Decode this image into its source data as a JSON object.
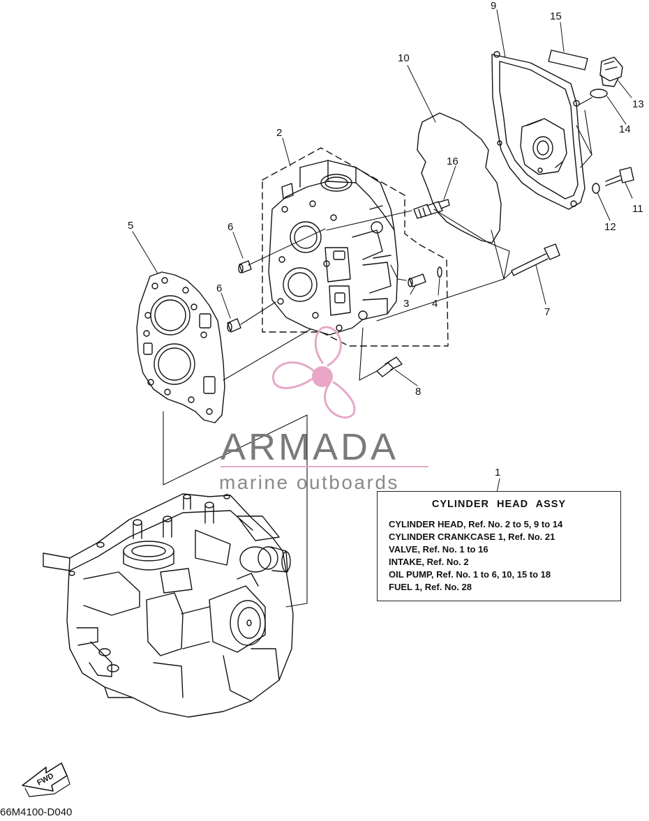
{
  "callouts": [
    {
      "id": "c1",
      "label": "1"
    },
    {
      "id": "c2",
      "label": "2"
    },
    {
      "id": "c3",
      "label": "3"
    },
    {
      "id": "c4",
      "label": "4"
    },
    {
      "id": "c5",
      "label": "5"
    },
    {
      "id": "c6a",
      "label": "6"
    },
    {
      "id": "c6b",
      "label": "6"
    },
    {
      "id": "c7",
      "label": "7"
    },
    {
      "id": "c8",
      "label": "8"
    },
    {
      "id": "c9",
      "label": "9"
    },
    {
      "id": "c10",
      "label": "10"
    },
    {
      "id": "c11",
      "label": "11"
    },
    {
      "id": "c12",
      "label": "12"
    },
    {
      "id": "c13",
      "label": "13"
    },
    {
      "id": "c14",
      "label": "14"
    },
    {
      "id": "c15",
      "label": "15"
    },
    {
      "id": "c16",
      "label": "16"
    }
  ],
  "legend": {
    "title": "CYLINDER HEAD ASSY",
    "lines": [
      "CYLINDER HEAD, Ref. No. 2 to 5, 9 to 14",
      "CYLINDER CRANKCASE 1, Ref. No. 21",
      "VALVE, Ref. No. 1 to 16",
      "INTAKE, Ref. No. 2",
      "OIL PUMP, Ref. No. 1 to 6, 10, 15 to 18",
      "FUEL 1, Ref. No. 28"
    ]
  },
  "watermark": {
    "brand": "ARMADA",
    "tagline": "marine outboards",
    "logo_color": "#e6a8c8",
    "logo_core_color": "#e9a6c6"
  },
  "fwd_label": "FWD",
  "diagram_code": "66M4100-D040"
}
